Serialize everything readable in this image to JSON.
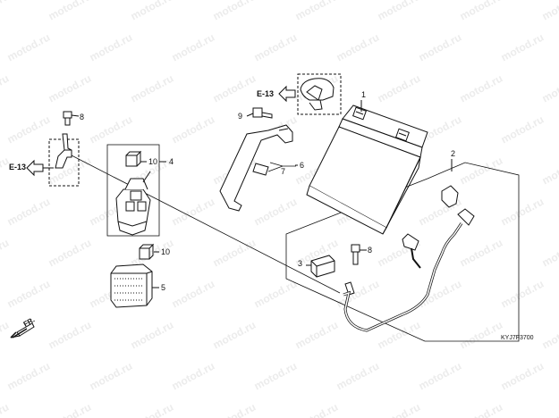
{
  "watermark": "motod.ru",
  "callouts": {
    "c1": "1",
    "c2": "2",
    "c3": "3",
    "c4": "4",
    "c5": "5",
    "c6": "6",
    "c7": "7",
    "c8a": "8",
    "c8b": "8",
    "c9": "9",
    "c10a": "10",
    "c10b": "10"
  },
  "refs": {
    "left": "E-13",
    "top": "E-13"
  },
  "front_label": "FR.",
  "diagram_code": "KYJ7F3700"
}
